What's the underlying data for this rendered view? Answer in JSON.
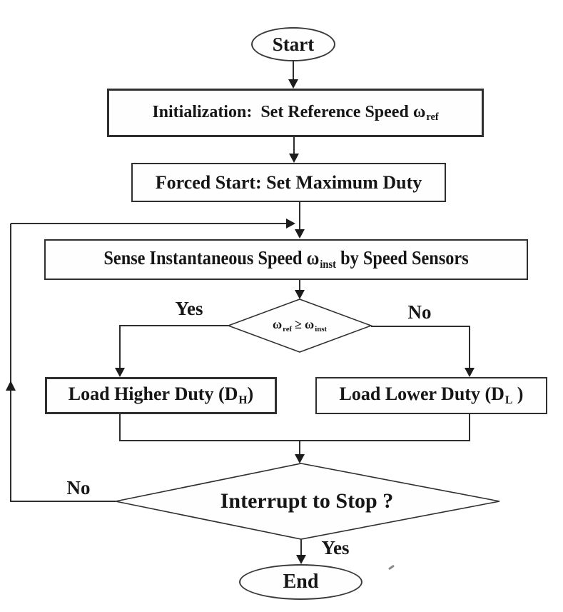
{
  "colors": {
    "background": "#ffffff",
    "line": "#2e2e2e",
    "text": "#161616"
  },
  "nodes": {
    "start": {
      "label": "Start"
    },
    "init": {
      "text": "Initialization:  Set Reference Speed ",
      "symbol": "ω",
      "sub": "ref"
    },
    "forced_start": {
      "text": "Forced Start: Set Maximum Duty"
    },
    "sense": {
      "text_before": "Sense Instantaneous Speed ",
      "symbol": "ω",
      "sub": "inst",
      "text_after": " by Speed Sensors"
    },
    "speed_decision": {
      "lhs_symbol": "ω",
      "lhs_sub": "ref",
      "operator": "≥",
      "rhs_symbol": "ω",
      "rhs_sub": "inst"
    },
    "load_higher": {
      "text": "Load Higher Duty (D",
      "sub": "H",
      "suffix": ")"
    },
    "load_lower": {
      "text": "Load Lower Duty (D",
      "sub": "L",
      "suffix": " )"
    },
    "interrupt_decision": {
      "text": "Interrupt to Stop ?"
    },
    "end": {
      "label": "End"
    }
  },
  "edge_labels": {
    "speed_yes": "Yes",
    "speed_no": "No",
    "interrupt_no": "No",
    "interrupt_yes": "Yes"
  }
}
